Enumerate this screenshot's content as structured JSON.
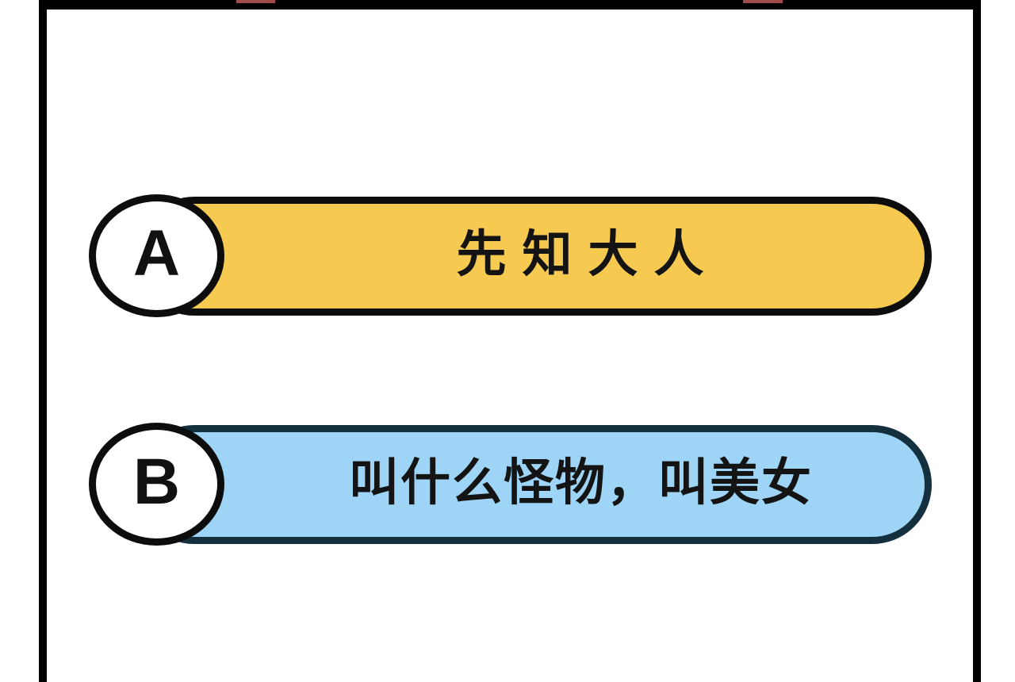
{
  "panel": {
    "frame_border_color": "#000000",
    "background": "#ffffff"
  },
  "decor": {
    "strip_color": "#a04c49"
  },
  "question": {
    "options": [
      {
        "key": "A",
        "text": "先知大人",
        "fill": "#f6c951",
        "border_color": "#0d0d0d",
        "badge_fill": "#ffffff",
        "badge_border_color": "#0d0d0d"
      },
      {
        "key": "B",
        "text": "叫什么怪物，叫美女",
        "fill": "#9ed5f7",
        "border_color": "#14303f",
        "badge_fill": "#ffffff",
        "badge_border_color": "#0d0d0d"
      }
    ]
  }
}
